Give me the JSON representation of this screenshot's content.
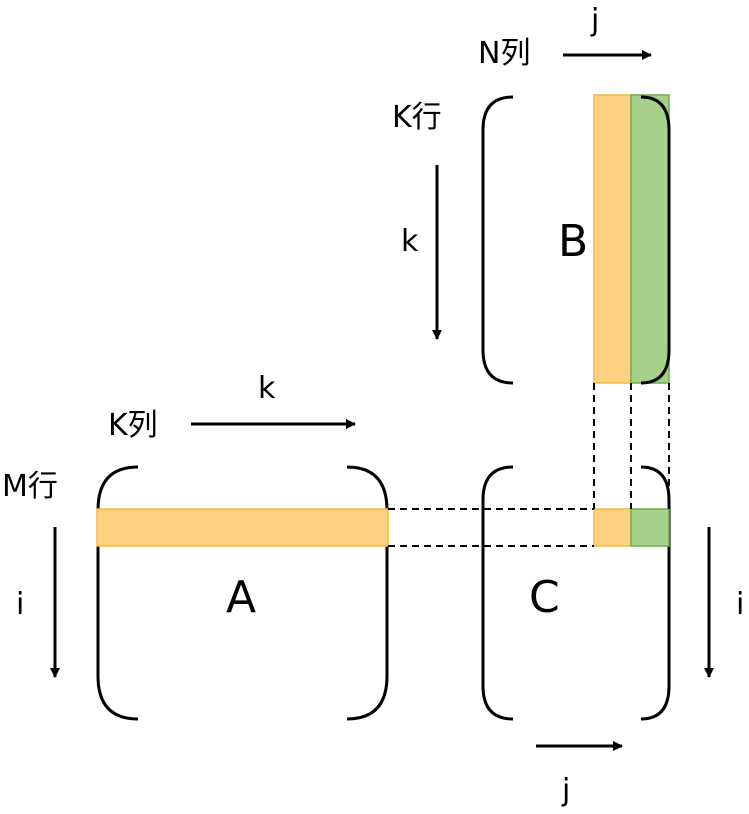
{
  "labels": {
    "n_cols": "N列",
    "j_top": "j",
    "k_rows": "K行",
    "k_vertical": "k",
    "k_cols": "K列",
    "k_horizontal": "k",
    "m_rows": "M行",
    "i_left": "i",
    "i_right": "i",
    "j_bottom": "j"
  },
  "matrices": {
    "a": "A",
    "b": "B",
    "c": "C"
  },
  "colors": {
    "orange_fill": "#FFD07F",
    "orange_stroke": "#F5B942",
    "green_fill": "#A8D08D",
    "green_stroke": "#6FAE4F",
    "ink": "#000000"
  }
}
